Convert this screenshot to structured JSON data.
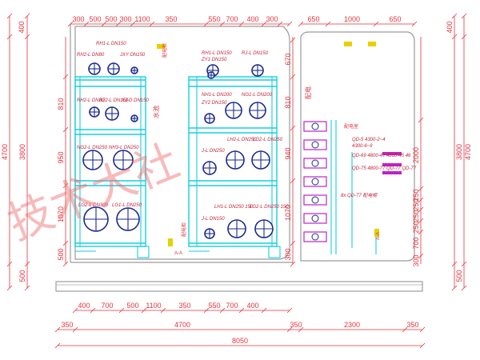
{
  "drawing": {
    "top_dims_left": [
      "300",
      "500",
      "500",
      "300",
      "1100",
      "350",
      "550",
      "700",
      "400",
      "300"
    ],
    "top_dims_right": [
      "650",
      "1000",
      "650"
    ],
    "bottom_dims_row1": [
      "400",
      "700",
      "500",
      "1100",
      "350",
      "550",
      "700",
      "400"
    ],
    "bottom_dims_row2": [
      "350",
      "4700",
      "350",
      "2300",
      "350"
    ],
    "total_width": "8050",
    "left_dims_outer": [
      "400",
      "4700"
    ],
    "left_dims_inner": [
      "3800",
      "500"
    ],
    "row_dims_left": [
      "810",
      "950",
      "1070",
      "500"
    ],
    "row_dims_mid": [
      "670",
      "810",
      "940",
      "1070",
      "300"
    ],
    "right_dims_outer": [
      "400",
      "4700"
    ],
    "right_dims_inner": [
      "3800",
      "500"
    ],
    "right_col_dims": [
      "2000",
      "250",
      "250",
      "250",
      "250",
      "700",
      "300"
    ],
    "room_left_label": "水池",
    "room_right_label": "配电",
    "room_right_note": "配电室",
    "pump_labels_left": [
      "RH2-L DN80",
      "RH1-L DN150",
      "JXY DN150",
      "RH2-L DN80",
      "RJ2-L DN150",
      "XJ-D DN150",
      "NG2-L DN250",
      "NH3-L DN250",
      "LG2-L DN300",
      "LG1-L DN250"
    ],
    "pump_labels_mid": [
      "RH1-L DN150",
      "RJ-L DN150",
      "ZY1 DN150",
      "NH1-L DN200",
      "NG1-L DN200",
      "ZY2 DN150",
      "J-L DN250",
      "LH2-L DN250",
      "LG2-L DN250",
      "J-L DN150",
      "LH1-L DN250 150",
      "LG2-L DN250 150"
    ],
    "panel_labels": [
      "QD-5 4300-2~4",
      "4300-6~9",
      "QD-69 4800-47 4800-45 46",
      "QD-75 4800-77 QD-77 QD-77",
      "8x QD-77 配电柜"
    ],
    "small_notes": [
      "配电柜",
      "配电柜",
      "A-A",
      "A-A"
    ],
    "watermark": "技术大社"
  }
}
